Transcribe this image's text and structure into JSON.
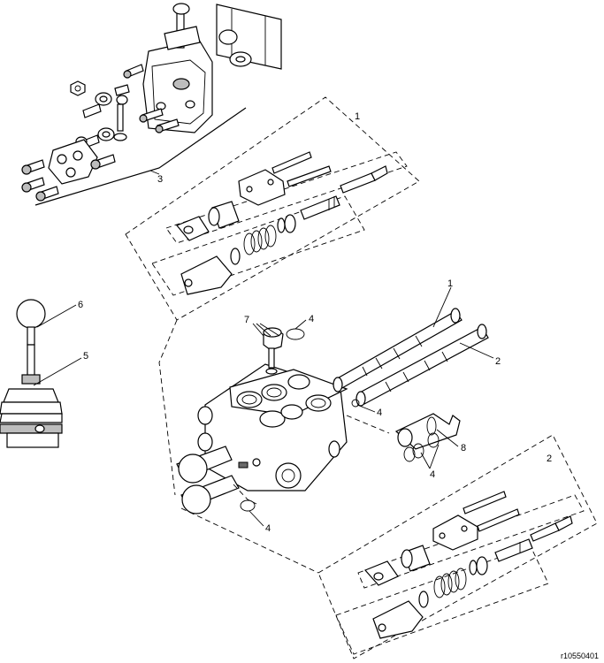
{
  "figure": {
    "reference_code": "r10550401"
  },
  "callouts": [
    {
      "id": "c1a",
      "label": "1"
    },
    {
      "id": "c3",
      "label": "3"
    },
    {
      "id": "c6",
      "label": "6"
    },
    {
      "id": "c5",
      "label": "5"
    },
    {
      "id": "c7",
      "label": "7"
    },
    {
      "id": "c4a",
      "label": "4"
    },
    {
      "id": "c1b",
      "label": "1"
    },
    {
      "id": "c2a",
      "label": "2"
    },
    {
      "id": "c4b",
      "label": "4"
    },
    {
      "id": "c8",
      "label": "8"
    },
    {
      "id": "c4c",
      "label": "4"
    },
    {
      "id": "c2b",
      "label": "2"
    },
    {
      "id": "c4d",
      "label": "4"
    }
  ]
}
